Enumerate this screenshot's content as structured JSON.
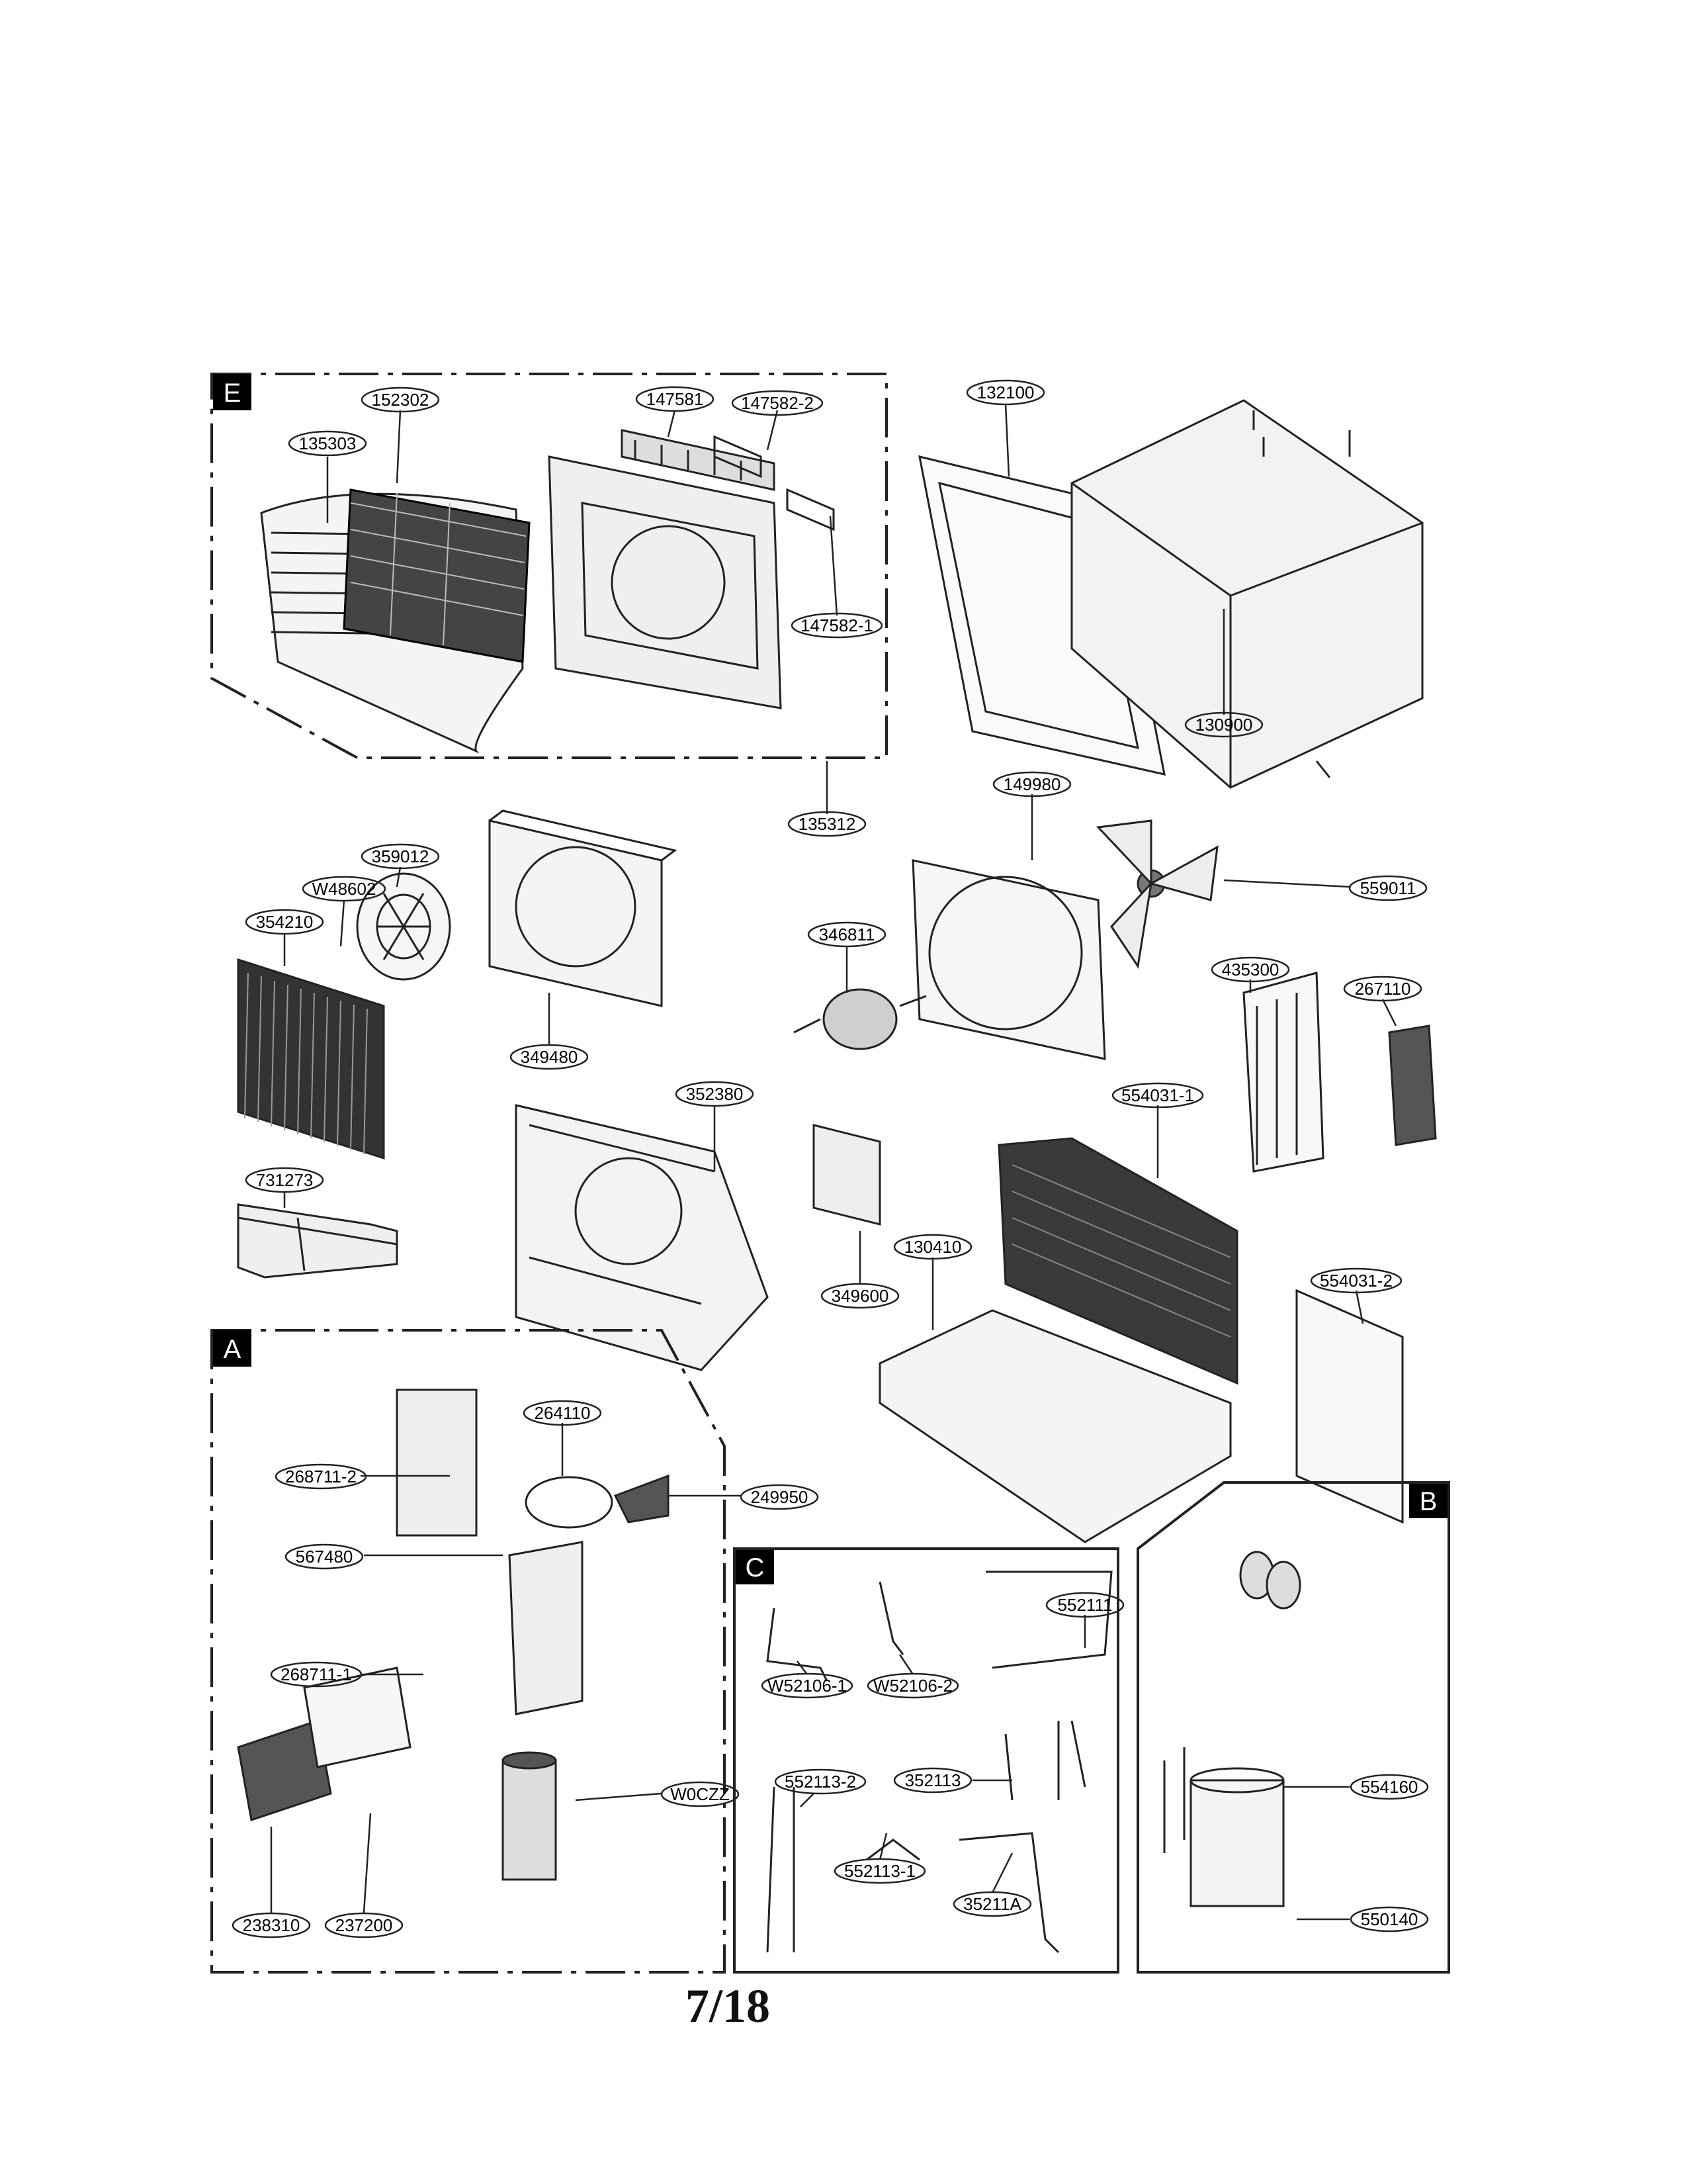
{
  "page_number": "7/18",
  "sections": [
    {
      "id": "E",
      "label": "E"
    },
    {
      "id": "A",
      "label": "A"
    },
    {
      "id": "C",
      "label": "C"
    },
    {
      "id": "B",
      "label": "B"
    }
  ],
  "callouts": [
    {
      "id": "c-152302",
      "label": "152302"
    },
    {
      "id": "c-135303",
      "label": "135303"
    },
    {
      "id": "c-147581",
      "label": "147581"
    },
    {
      "id": "c-147582-2",
      "label": "147582-2"
    },
    {
      "id": "c-147582-1",
      "label": "147582-1"
    },
    {
      "id": "c-132100",
      "label": "132100"
    },
    {
      "id": "c-130900",
      "label": "130900"
    },
    {
      "id": "c-135312",
      "label": "135312"
    },
    {
      "id": "c-149980",
      "label": "149980"
    },
    {
      "id": "c-559011",
      "label": "559011"
    },
    {
      "id": "c-359012",
      "label": "359012"
    },
    {
      "id": "c-W48602",
      "label": "W48602"
    },
    {
      "id": "c-354210",
      "label": "354210"
    },
    {
      "id": "c-349480",
      "label": "349480"
    },
    {
      "id": "c-346811",
      "label": "346811"
    },
    {
      "id": "c-352380",
      "label": "352380"
    },
    {
      "id": "c-435300",
      "label": "435300"
    },
    {
      "id": "c-267110",
      "label": "267110"
    },
    {
      "id": "c-554031-1",
      "label": "554031-1"
    },
    {
      "id": "c-731273",
      "label": "731273"
    },
    {
      "id": "c-130410",
      "label": "130410"
    },
    {
      "id": "c-349600",
      "label": "349600"
    },
    {
      "id": "c-554031-2",
      "label": "554031-2"
    },
    {
      "id": "c-264110",
      "label": "264110"
    },
    {
      "id": "c-268711-2",
      "label": "268711-2"
    },
    {
      "id": "c-249950",
      "label": "249950"
    },
    {
      "id": "c-567480",
      "label": "567480"
    },
    {
      "id": "c-268711-1",
      "label": "268711-1"
    },
    {
      "id": "c-W0CZZ",
      "label": "W0CZZ"
    },
    {
      "id": "c-238310",
      "label": "238310"
    },
    {
      "id": "c-237200",
      "label": "237200"
    },
    {
      "id": "c-552111",
      "label": "552111"
    },
    {
      "id": "c-W52106-1",
      "label": "W52106-1"
    },
    {
      "id": "c-W52106-2",
      "label": "W52106-2"
    },
    {
      "id": "c-552113-2",
      "label": "552113-2"
    },
    {
      "id": "c-352113",
      "label": "352113"
    },
    {
      "id": "c-552113-1",
      "label": "552113-1"
    },
    {
      "id": "c-35211A",
      "label": "35211A"
    },
    {
      "id": "c-554160",
      "label": "554160"
    },
    {
      "id": "c-550140",
      "label": "550140"
    }
  ]
}
